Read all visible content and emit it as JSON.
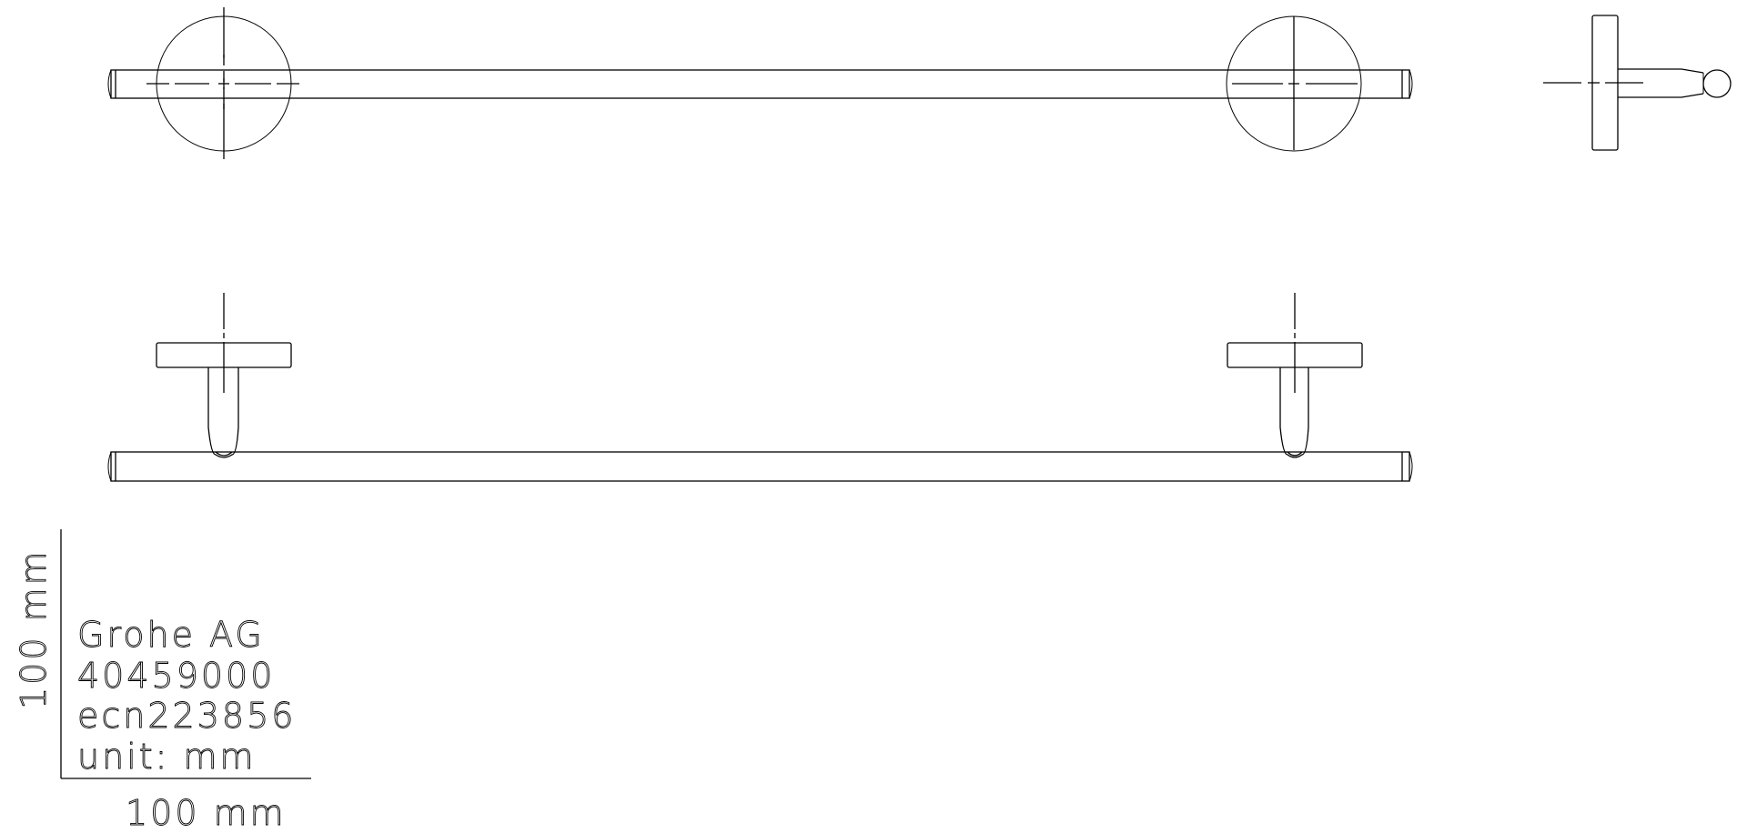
{
  "drawing": {
    "subject": "towel bar technical drawing",
    "views": [
      "top-view",
      "front-view",
      "side-view"
    ]
  },
  "title_block": {
    "manufacturer": "Grohe AG",
    "part_number": "40459000",
    "ecn": "ecn223856",
    "unit": "unit: mm"
  },
  "scale_bar": {
    "horizontal_label": "100 mm",
    "vertical_label": "100 mm"
  },
  "colors": {
    "line": "#000000",
    "background": "#ffffff"
  }
}
